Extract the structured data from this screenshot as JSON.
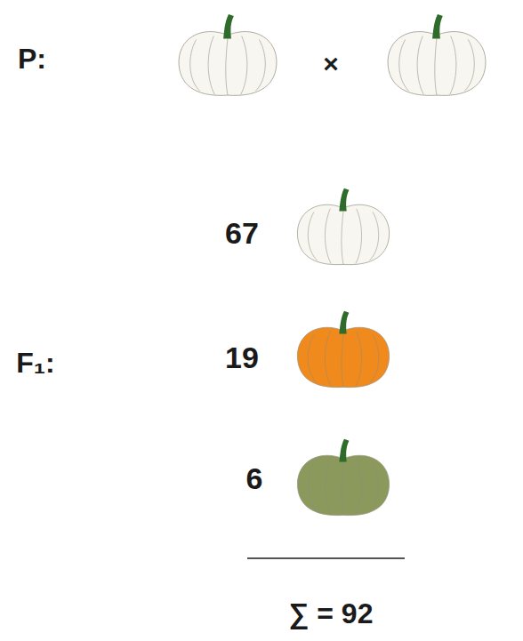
{
  "diagram": {
    "labels": [
      "P:",
      "×",
      "67",
      "F₁:",
      "19",
      "6",
      "∑ = 92"
    ]
  }
}
